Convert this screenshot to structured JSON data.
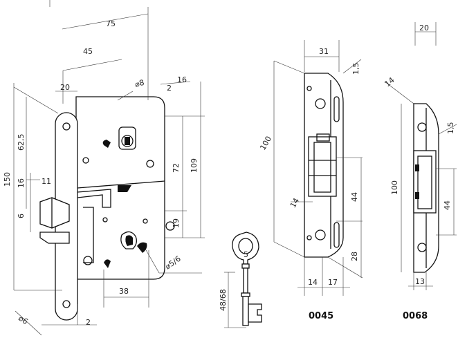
{
  "lock_body": {
    "dimensions": {
      "d75": "75",
      "d45": "45",
      "d20": "20",
      "d8": "⌀8",
      "d16": "16",
      "d2": "2",
      "d150": "150",
      "d62_5": "62,5",
      "d16_left": "16",
      "d11": "11",
      "d6": "6",
      "d72": "72",
      "d109": "109",
      "d19": "19",
      "d5_6": "⌀5/6",
      "d38": "38",
      "d2_bottom": "2",
      "d6_hole": "⌀6"
    }
  },
  "key": {
    "dimension": "48/68",
    "bow_label": "5"
  },
  "strike_0045": {
    "code": "0045",
    "dimensions": {
      "d31": "31",
      "d1_5": "1,5",
      "d100": "100",
      "d44": "44",
      "d14": "14",
      "d28": "28",
      "d14_bottom": "14",
      "d17": "17"
    }
  },
  "strike_0068": {
    "code": "0068",
    "dimensions": {
      "d20": "20",
      "d14": "14",
      "d1_5": "1,5",
      "d100": "100",
      "d44": "44",
      "d13": "13"
    }
  }
}
